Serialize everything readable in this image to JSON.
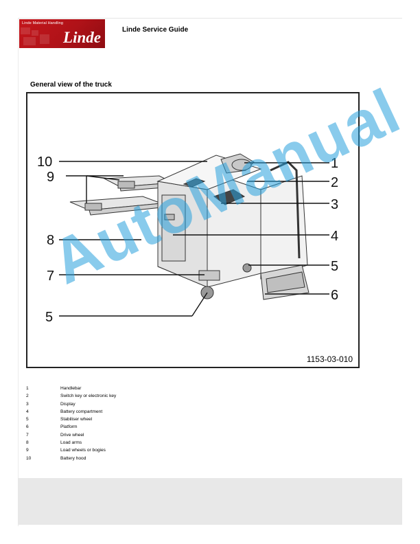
{
  "header": {
    "logo_subtitle": "Linde Material Handling",
    "logo_word": "Linde",
    "title": "Linde Service Guide"
  },
  "section": {
    "title": "General view of the truck"
  },
  "figure": {
    "code": "1153-03-010",
    "callouts": [
      "10",
      "1",
      "9",
      "2",
      "3",
      "8",
      "4",
      "7",
      "5",
      "5",
      "6"
    ]
  },
  "legend": [
    {
      "num": "1",
      "text": "Handlebar"
    },
    {
      "num": "2",
      "text": "Switch key or electronic key"
    },
    {
      "num": "3",
      "text": "Display"
    },
    {
      "num": "4",
      "text": "Battery compartment"
    },
    {
      "num": "5",
      "text": "Stabiliser wheel"
    },
    {
      "num": "6",
      "text": "Platform"
    },
    {
      "num": "7",
      "text": "Drive wheel"
    },
    {
      "num": "8",
      "text": "Load arms"
    },
    {
      "num": "9",
      "text": "Load wheels or bogies"
    },
    {
      "num": "10",
      "text": "Battery hood"
    }
  ],
  "watermark": "AutoManual"
}
